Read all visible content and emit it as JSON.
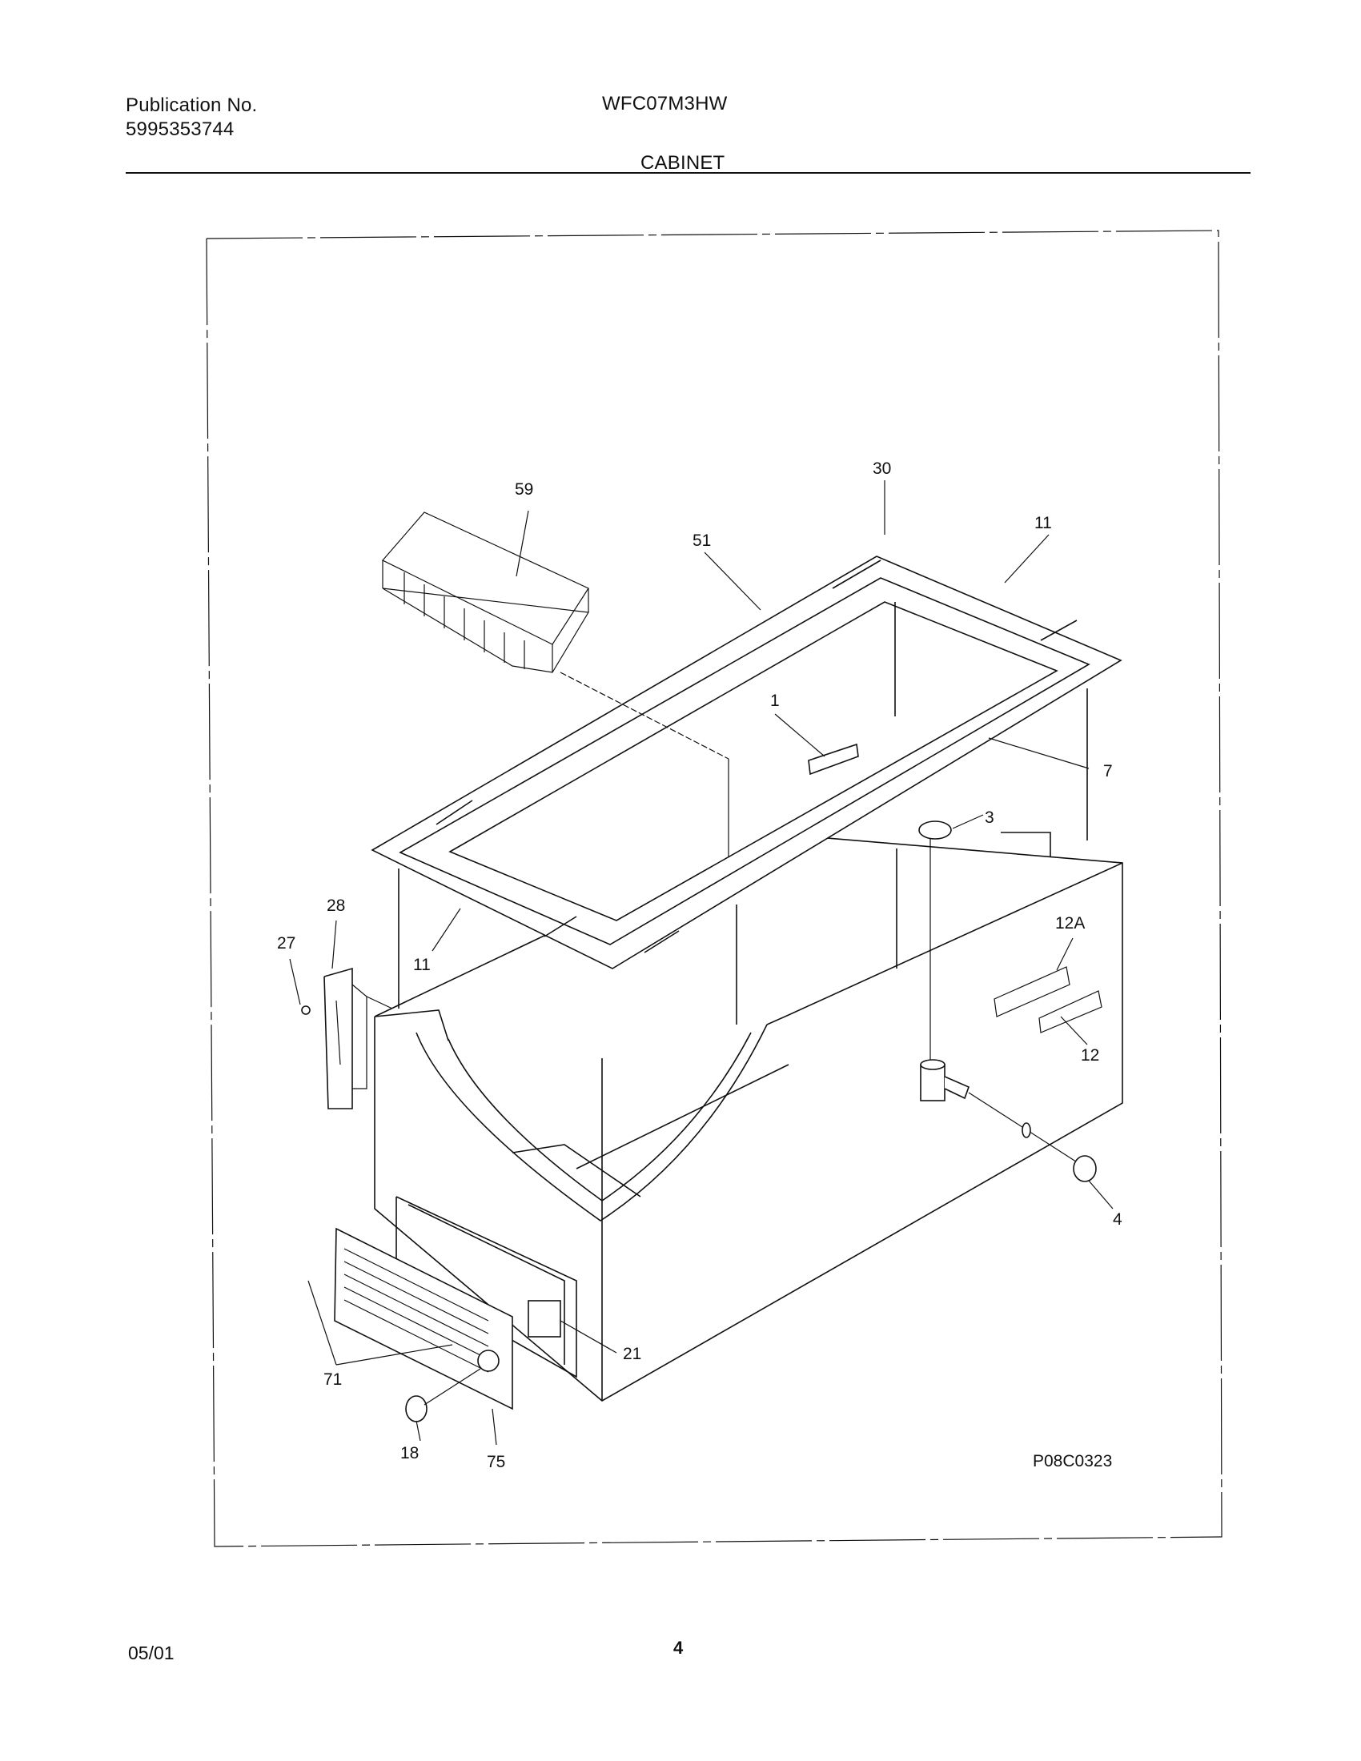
{
  "header": {
    "publication_label": "Publication No.",
    "publication_number": "5995353744",
    "model": "WFC07M3HW",
    "section": "CABINET"
  },
  "diagram": {
    "drawing_code": "P08C0323",
    "callouts": {
      "c59": "59",
      "c30": "30",
      "c51": "51",
      "c11_top": "11",
      "c1": "1",
      "c7": "7",
      "c3": "3",
      "c28": "28",
      "c27": "27",
      "c11_left": "11",
      "c12a": "12A",
      "c12": "12",
      "c4": "4",
      "c21": "21",
      "c71": "71",
      "c18": "18",
      "c75": "75"
    }
  },
  "footer": {
    "date": "05/01",
    "page": "4"
  }
}
